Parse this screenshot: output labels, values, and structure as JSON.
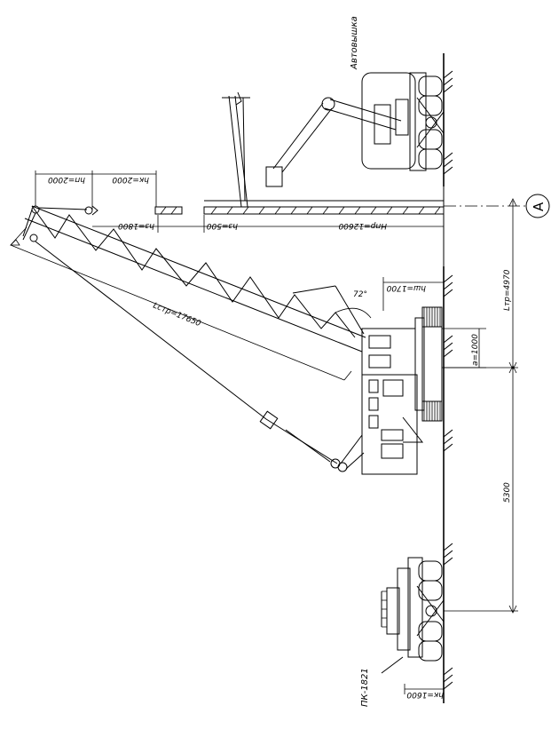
{
  "labels": {
    "truck": "Автовышка",
    "truck_model": "ПК-1821",
    "hk_top": "hк=2000",
    "hp_top": "hп=2000",
    "hz_1800": "hз=1800",
    "hz_500": "hз=500",
    "h_pr": "Hпр=12600",
    "h_sh": "hш=1700",
    "angle": "72°",
    "l_str": "Lстр=17650",
    "l_tr": "Lтр=4970",
    "a_val": "a=1000",
    "dim_5300": "5300",
    "hk_bottom": "hк=1600",
    "axis": "А"
  }
}
